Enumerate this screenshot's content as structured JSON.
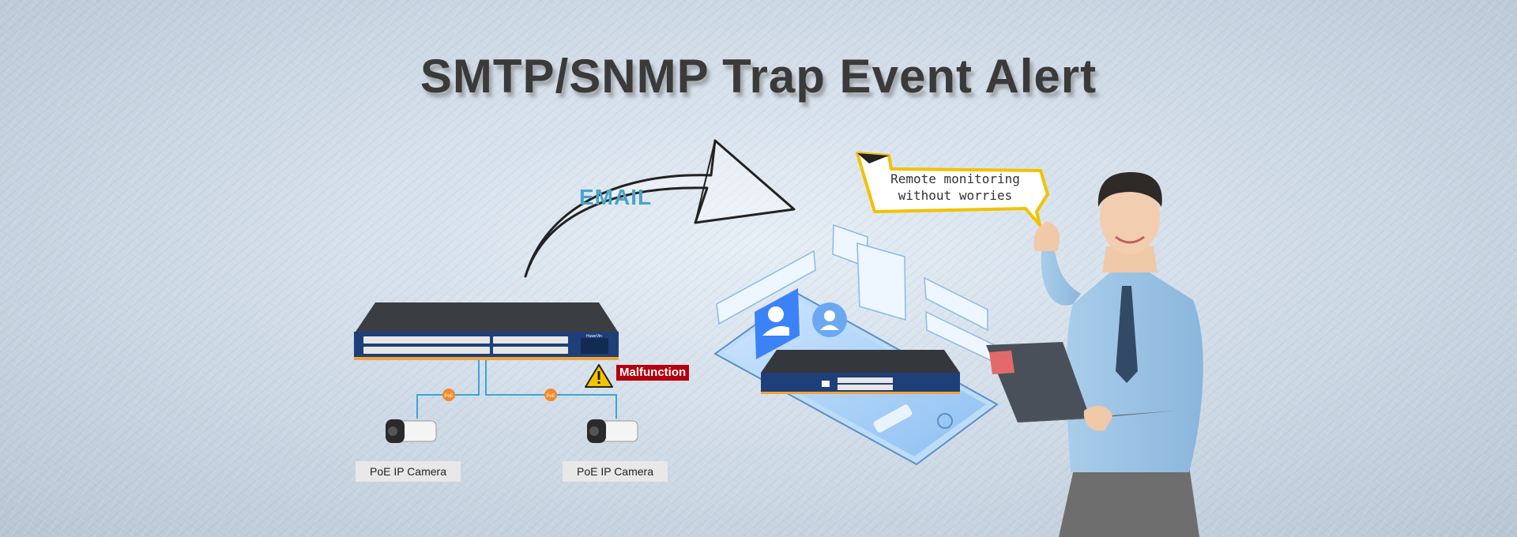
{
  "banner": {
    "title": "SMTP/SNMP Trap Event Alert",
    "email_label": "EMAIL",
    "bubble": {
      "line1": "Remote monitoring",
      "line2": "without worries"
    },
    "alert_label": "Malfunction",
    "poe_badge": "PoE",
    "switch_brand": "HuweVin",
    "cameras": [
      {
        "label": "PoE IP Camera"
      },
      {
        "label": "PoE IP Camera"
      }
    ]
  },
  "colors": {
    "title": "#3a3a3a",
    "email": "#4aa3c8",
    "alert": "#b3000e",
    "warning": "#f5c400",
    "bubble_border": "#f2c200",
    "link_line": "#3aa5d8",
    "poe_badge": "#f08a2c",
    "switch_body": "#2b2e33",
    "switch_front": "#1e3f78"
  },
  "icons": [
    "warning-icon",
    "camera-icon",
    "poe-switch-icon",
    "smartphone-icon",
    "user-icon",
    "arrow-icon",
    "laptop-icon",
    "person-figure"
  ]
}
